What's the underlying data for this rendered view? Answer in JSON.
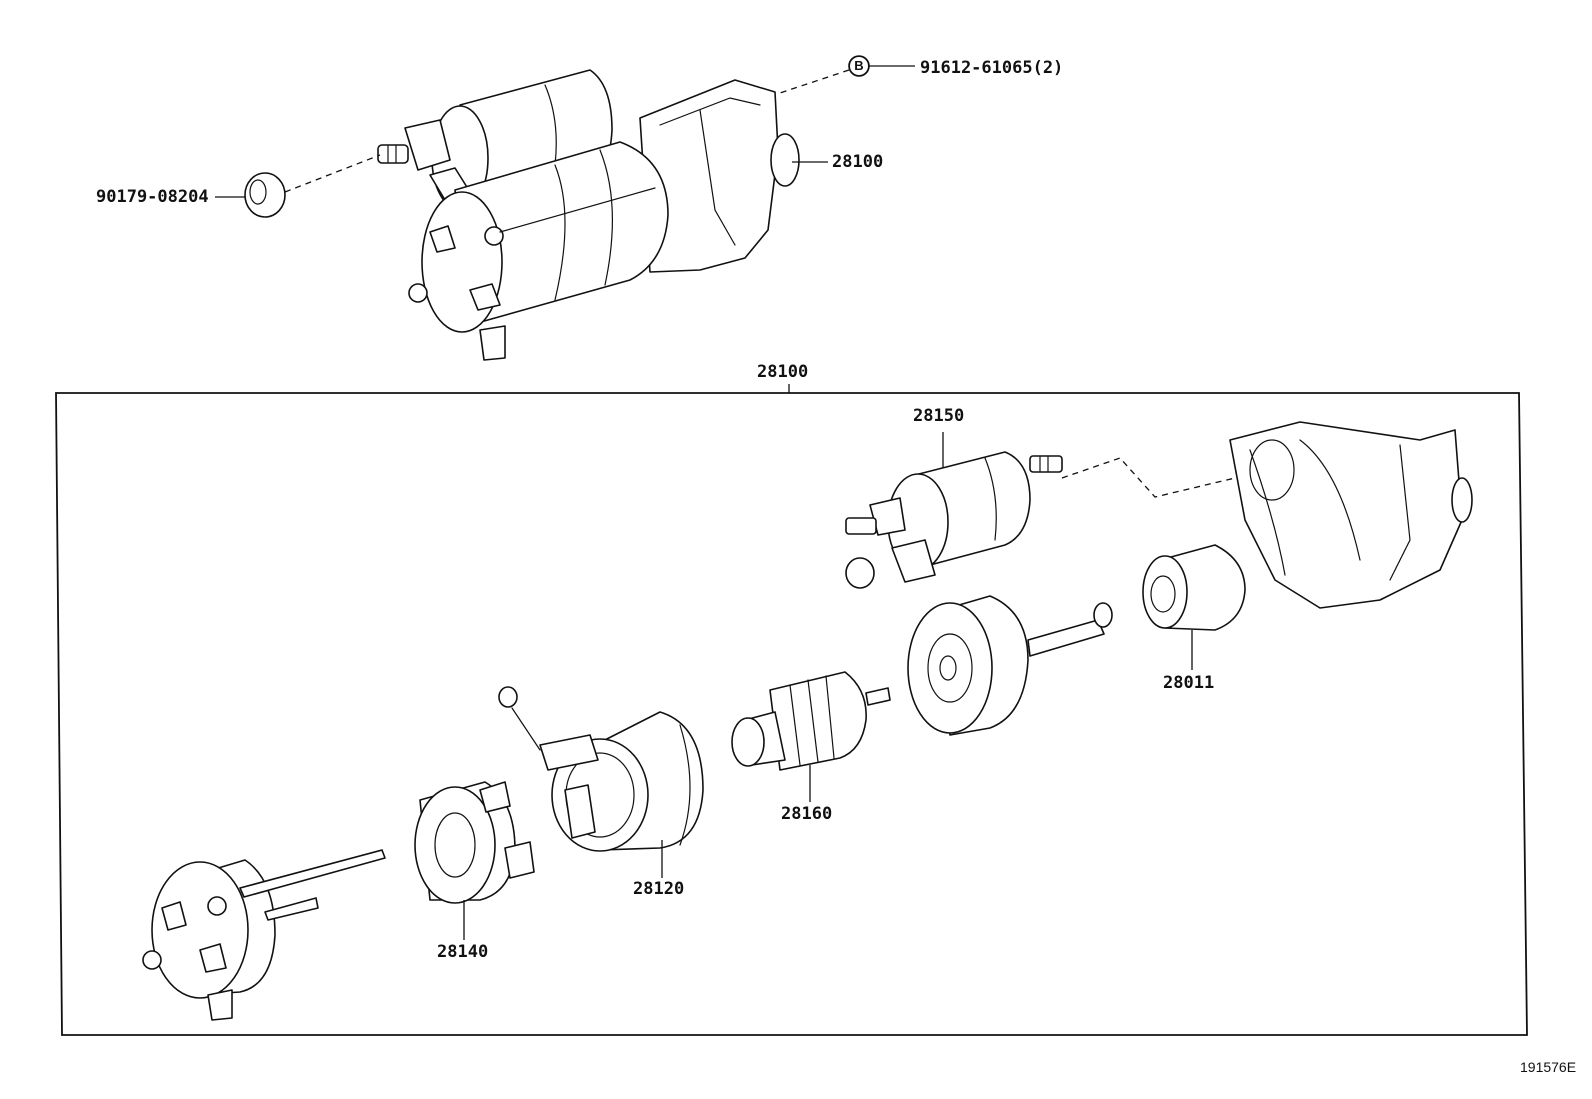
{
  "callouts": {
    "bolt_ref": "B",
    "bolt_part": "91612-61065(2)",
    "nut_part": "90179-08204",
    "assembly_top": "28100",
    "assembly_box": "28100",
    "magnetic_switch": "28150",
    "starter_clutch": "28011",
    "armature": "28160",
    "yoke": "28120",
    "brush_holder": "28140"
  },
  "figure_id": "191576E"
}
